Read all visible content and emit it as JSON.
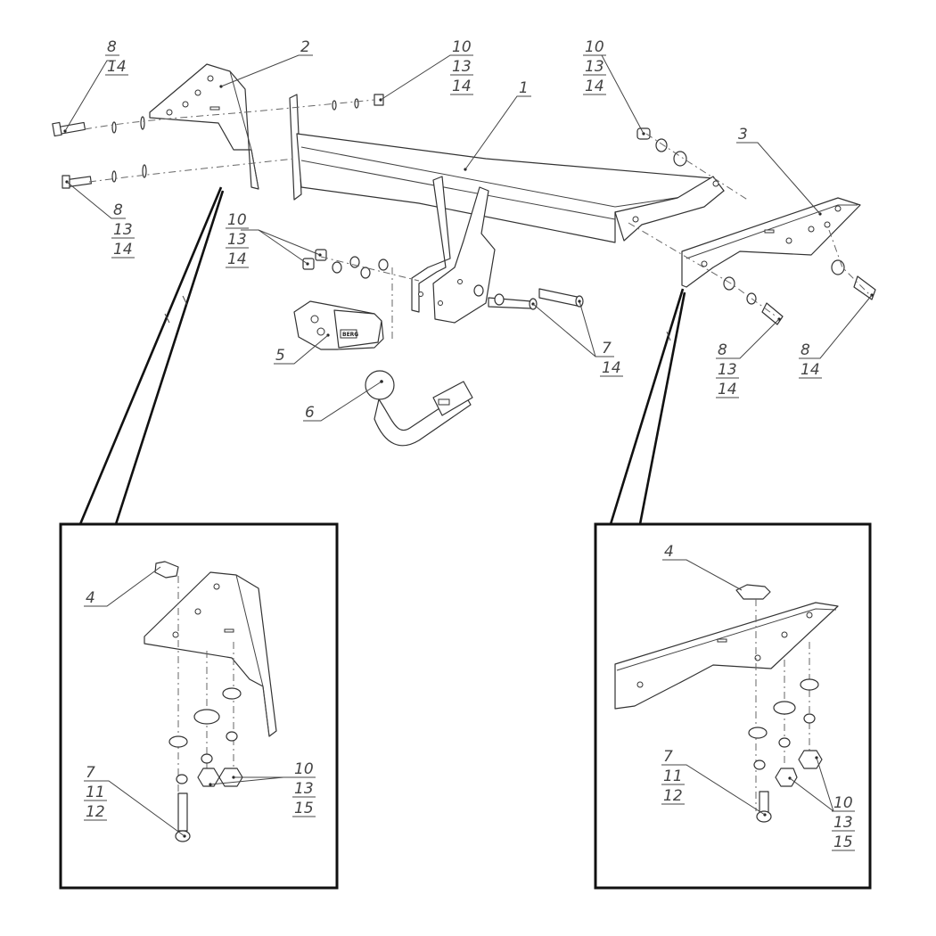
{
  "callouts": [
    {
      "id": "c1",
      "lines": [
        "1"
      ]
    },
    {
      "id": "c2",
      "lines": [
        "2"
      ]
    },
    {
      "id": "c3",
      "lines": [
        "3"
      ]
    },
    {
      "id": "c8a",
      "lines": [
        "8",
        "14"
      ]
    },
    {
      "id": "c8b",
      "lines": [
        "8",
        "13",
        "14"
      ]
    },
    {
      "id": "c10a",
      "lines": [
        "10",
        "13",
        "14"
      ]
    },
    {
      "id": "c10b",
      "lines": [
        "10",
        "13",
        "14"
      ]
    },
    {
      "id": "c10c",
      "lines": [
        "10",
        "13",
        "14"
      ]
    },
    {
      "id": "c5",
      "lines": [
        "5"
      ]
    },
    {
      "id": "c6",
      "lines": [
        "6"
      ]
    },
    {
      "id": "c7a",
      "lines": [
        "7",
        "14"
      ]
    },
    {
      "id": "c8c",
      "lines": [
        "8",
        "13",
        "14"
      ]
    },
    {
      "id": "c8d",
      "lines": [
        "8",
        "14"
      ]
    },
    {
      "id": "c4l",
      "lines": [
        "4"
      ]
    },
    {
      "id": "c7l",
      "lines": [
        "7",
        "11",
        "12"
      ]
    },
    {
      "id": "c10l",
      "lines": [
        "10",
        "13",
        "15"
      ]
    },
    {
      "id": "c4r",
      "lines": [
        "4"
      ]
    },
    {
      "id": "c7r",
      "lines": [
        "7",
        "11",
        "12"
      ]
    },
    {
      "id": "c10r",
      "lines": [
        "10",
        "13",
        "15"
      ]
    }
  ],
  "socket_label": "BERG",
  "colors": {
    "line": "#333333",
    "frame": "#111111",
    "label": "#444444",
    "background": "#ffffff"
  }
}
